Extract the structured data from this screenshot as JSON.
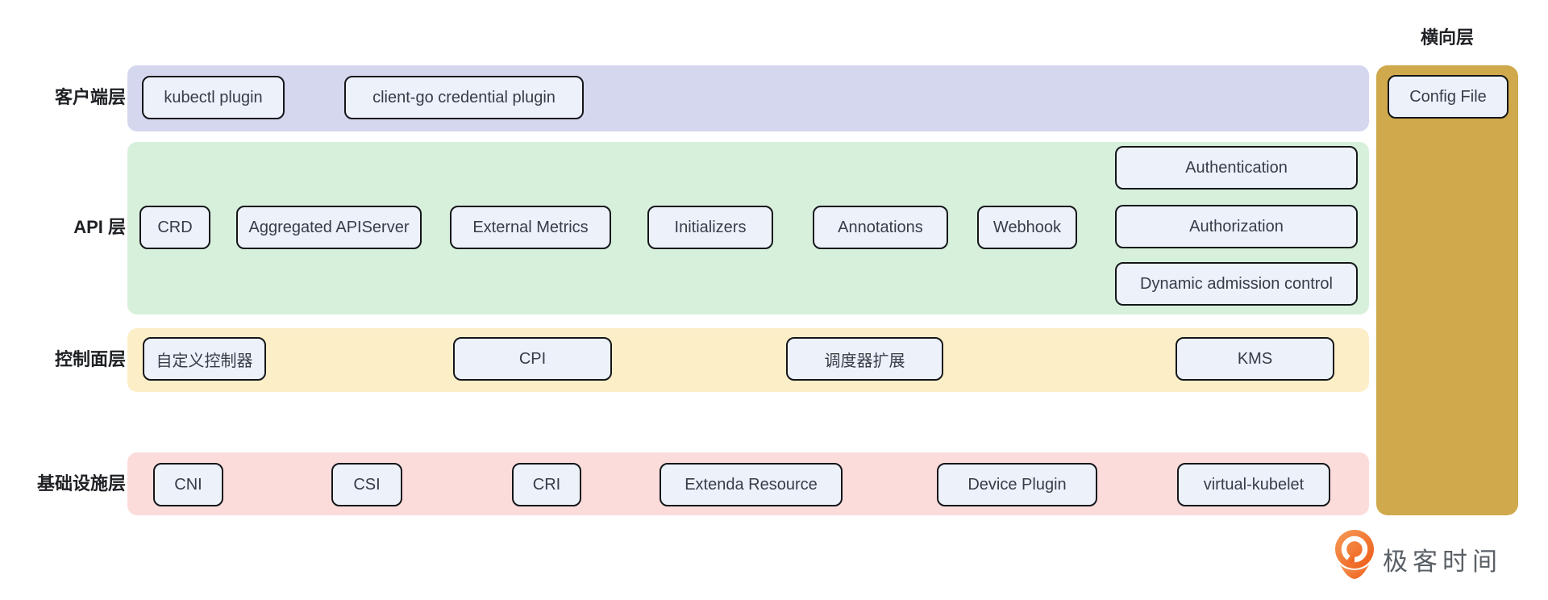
{
  "layers": {
    "client": {
      "label": "客户端层",
      "band_color": "#d5d7ef",
      "boxes": {
        "kubectl_plugin": {
          "label": "kubectl plugin"
        },
        "client_go_credential_plugin": {
          "label": "client-go credential plugin"
        }
      }
    },
    "api": {
      "label": "API 层",
      "band_color": "#d7f0dc",
      "boxes": {
        "crd": {
          "label": "CRD"
        },
        "aggregated_apiserver": {
          "label": "Aggregated APIServer"
        },
        "external_metrics": {
          "label": "External Metrics"
        },
        "initializers": {
          "label": "Initializers"
        },
        "annotations": {
          "label": "Annotations"
        },
        "webhook": {
          "label": "Webhook"
        },
        "authentication": {
          "label": "Authentication"
        },
        "authorization": {
          "label": "Authorization"
        },
        "dynamic_admission_control": {
          "label": "Dynamic admission control"
        }
      }
    },
    "control_plane": {
      "label": "控制面层",
      "band_color": "#fceec7",
      "boxes": {
        "custom_controller": {
          "label": "自定义控制器"
        },
        "cpi": {
          "label": "CPI"
        },
        "scheduler_extension": {
          "label": "调度器扩展"
        },
        "kms": {
          "label": "KMS"
        }
      }
    },
    "infrastructure": {
      "label": "基础设施层",
      "band_color": "#fcdcdb",
      "boxes": {
        "cni": {
          "label": "CNI"
        },
        "csi": {
          "label": "CSI"
        },
        "cri": {
          "label": "CRI"
        },
        "extenda_resource": {
          "label": "Extenda Resource"
        },
        "device_plugin": {
          "label": "Device Plugin"
        },
        "virtual_kubelet": {
          "label": "virtual-kubelet"
        }
      }
    },
    "horizontal": {
      "label": "横向层",
      "band_color": "#cfa94b",
      "boxes": {
        "config_file": {
          "label": "Config File"
        }
      }
    }
  },
  "palette": {
    "node_fill": "#edf1fa",
    "node_border": "#14161a",
    "node_text": "#363d47",
    "label_text": "#1f2125",
    "logo_orange_light": "#f69c59",
    "logo_orange_dark": "#ed5a16",
    "logo_text_gray": "#5a6067"
  },
  "branding": {
    "name": "极客时间",
    "icon": "geektime-pin-icon"
  }
}
